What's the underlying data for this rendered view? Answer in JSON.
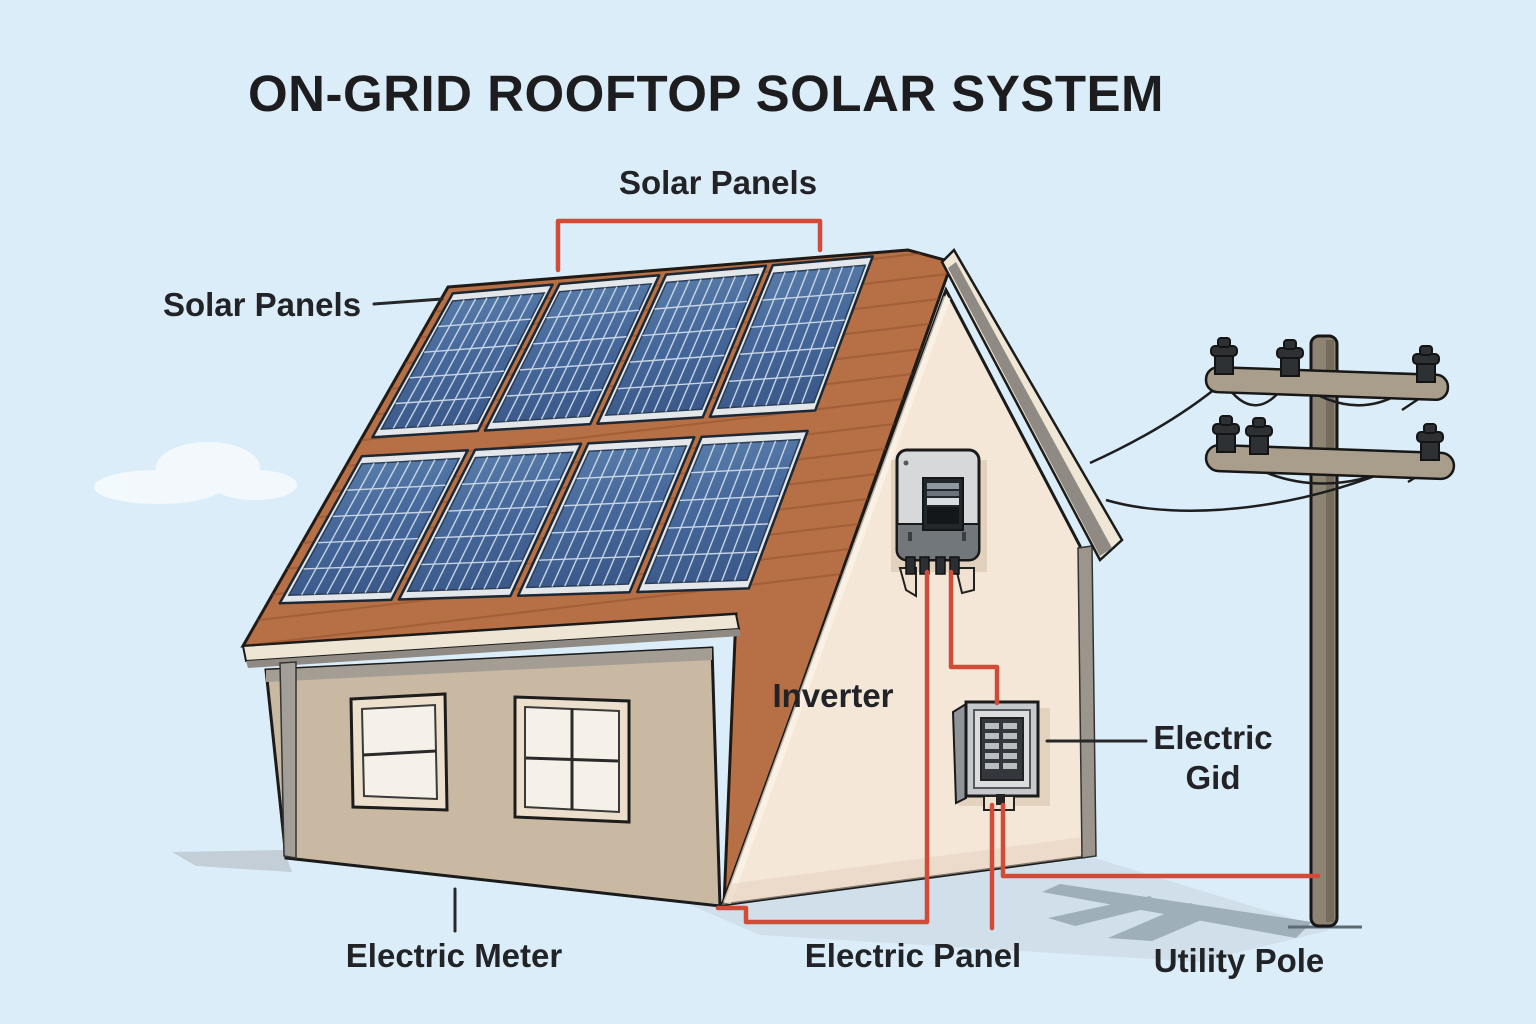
{
  "title": "ON-GRID ROOFTOP SOLAR SYSTEM",
  "labels": {
    "solar_panels_top": "Solar Panels",
    "solar_panels_left": "Solar Panels",
    "inverter": "Inverter",
    "electric_grid_line1": "Electric",
    "electric_grid_line2": "Gid",
    "electric_meter": "Electric Meter",
    "electric_panel": "Electric Panel",
    "utility_pole": "Utility Pole"
  },
  "solar_array": {
    "rows": 2,
    "columns": 4,
    "panel_count": 8
  },
  "colors": {
    "sky": "#dcedfa",
    "wire_red": "#d14b38",
    "power_line_black": "#1e1e1e",
    "panel_blue": "#46699c",
    "panel_frame": "#e3e7ea",
    "roof_tile": "#b76f45",
    "wall_front": "#c9b8a2",
    "wall_gable": "#f5e7d7",
    "pole_wood": "#8d8474",
    "text": "#222326"
  }
}
